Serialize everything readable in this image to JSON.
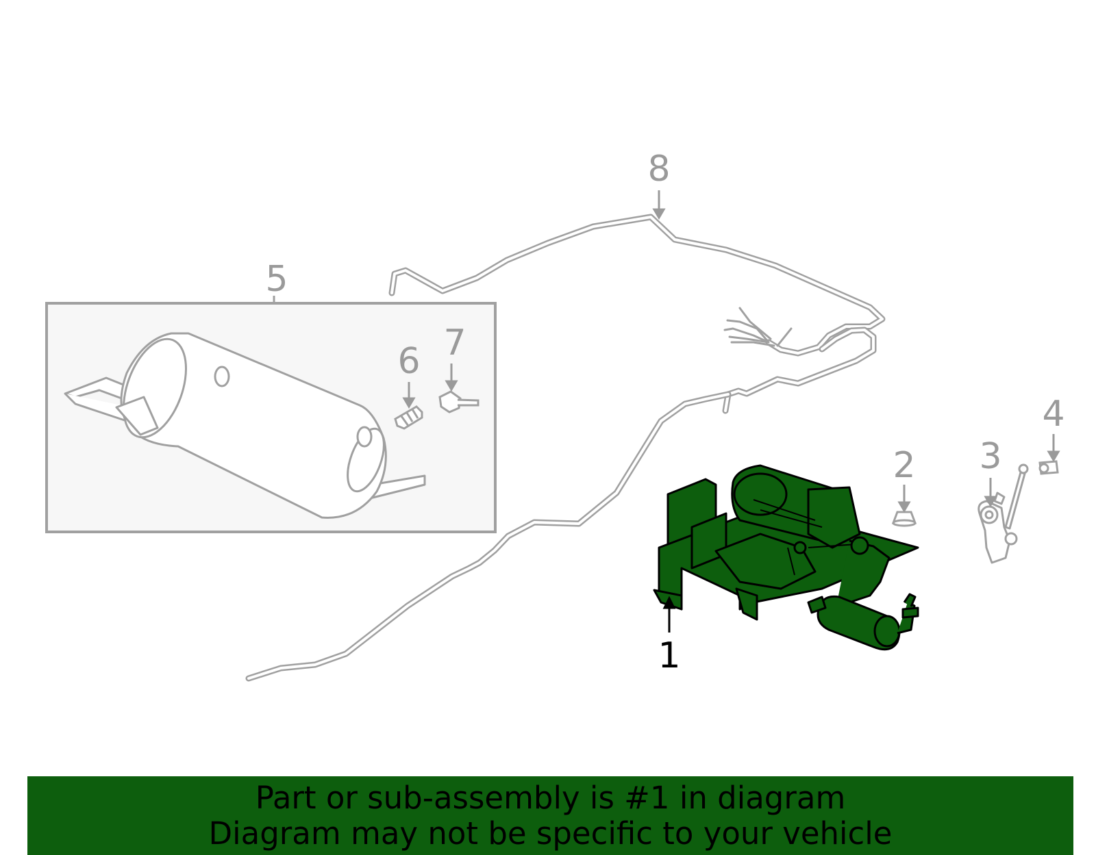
{
  "diagram": {
    "callouts": [
      {
        "id": "1",
        "label": "1",
        "highlighted": true
      },
      {
        "id": "2",
        "label": "2",
        "highlighted": false
      },
      {
        "id": "3",
        "label": "3",
        "highlighted": false
      },
      {
        "id": "4",
        "label": "4",
        "highlighted": false
      },
      {
        "id": "5",
        "label": "5",
        "highlighted": false
      },
      {
        "id": "6",
        "label": "6",
        "highlighted": false
      },
      {
        "id": "7",
        "label": "7",
        "highlighted": false
      },
      {
        "id": "8",
        "label": "8",
        "highlighted": false
      }
    ]
  },
  "banner": {
    "line1": "Part or sub-assembly is #1 in diagram",
    "line2": "Diagram may not be specific to your vehicle"
  },
  "colors": {
    "highlight": "#0d5e0d",
    "line_gray": "#a0a0a0",
    "label_gray": "#9a9a9a",
    "label_active": "#000000",
    "box_fill": "#f7f7f7"
  }
}
